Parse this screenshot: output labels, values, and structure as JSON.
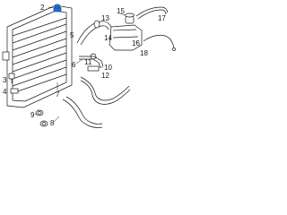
{
  "diagram": {
    "highlight_color": "#1d6fd6",
    "callouts": {
      "c2": "2",
      "c3": "3",
      "c4": "4",
      "c5": "5",
      "c6": "6",
      "c7": "7",
      "c8": "8",
      "c9": "9",
      "c10": "10",
      "c11": "11",
      "c12": "12",
      "c13": "13",
      "c14": "14",
      "c15": "15",
      "c16": "16",
      "c17": "17",
      "c18": "18"
    }
  }
}
